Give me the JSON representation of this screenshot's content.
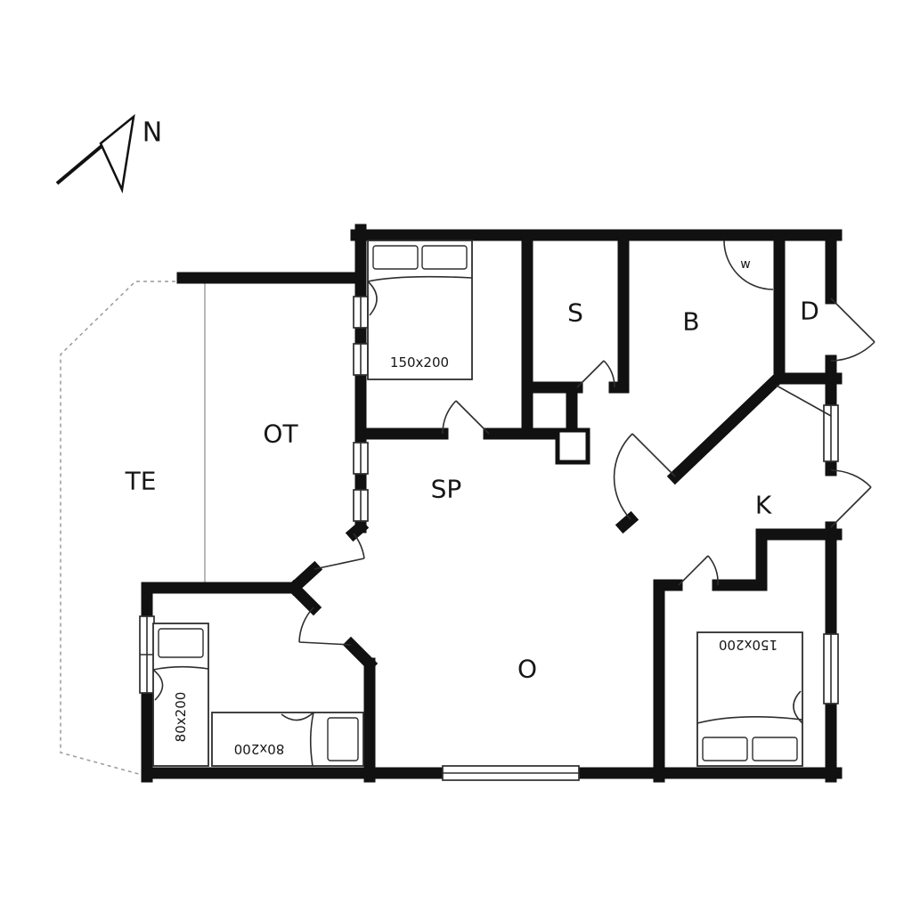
{
  "plan": {
    "compass_label": "N",
    "rooms": {
      "te": "TE",
      "ot": "OT",
      "sp": "SP",
      "s": "S",
      "b": "B",
      "d": "D",
      "k": "K",
      "o": "O"
    },
    "beds": {
      "double_top": "150x200",
      "single_left": "80x200",
      "single_bottom": "80x200",
      "double_right": "150x200"
    },
    "fixtures": {
      "shower": "w"
    },
    "colors": {
      "wall": "#111111",
      "thin": "#2e2e2e",
      "terrace": "#9a9a9a",
      "background": "#ffffff"
    }
  }
}
